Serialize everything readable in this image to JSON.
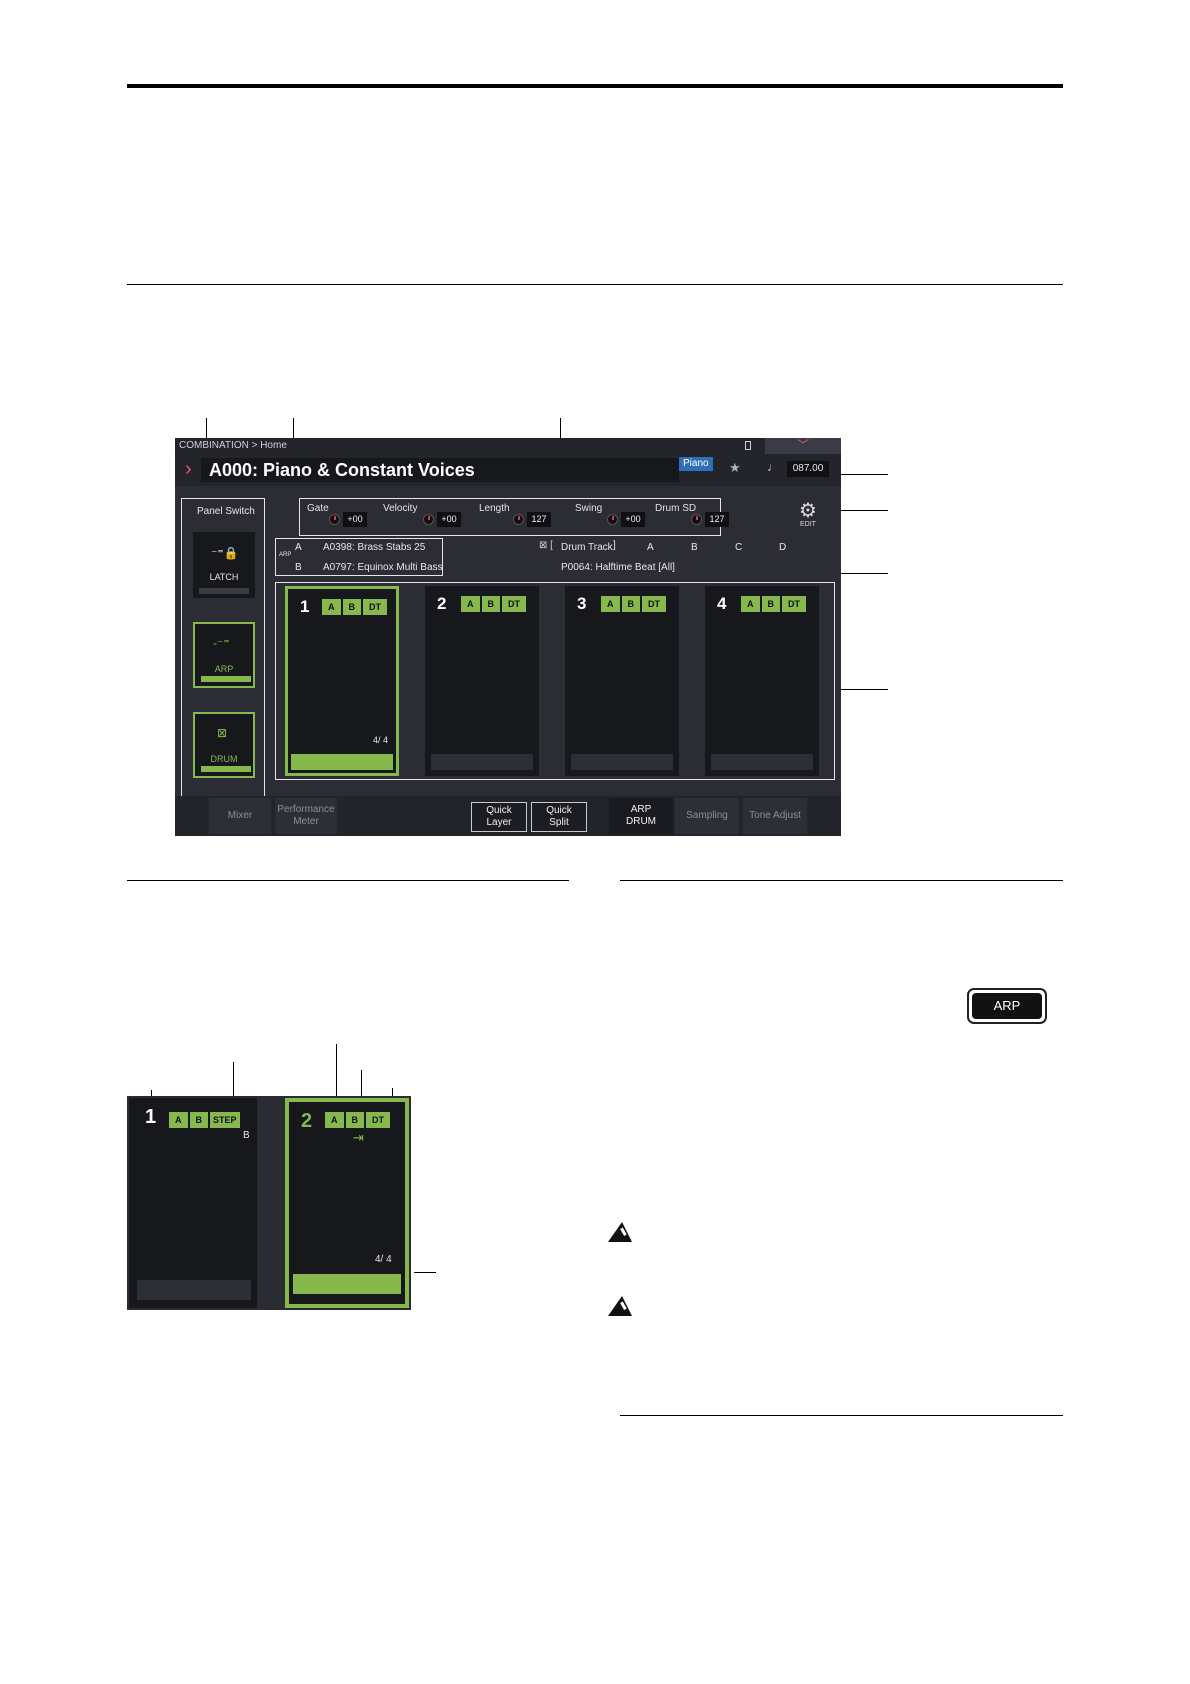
{
  "screen": {
    "breadcrumb": "COMBINATION > Home",
    "chevron": "﹀",
    "title": "A000: Piano & Constant Voices",
    "category": "Piano",
    "tempo": "087.00",
    "note_symbol": "♩",
    "star_symbol": "★",
    "params": [
      {
        "label": "Gate",
        "value": "+00"
      },
      {
        "label": "Velocity",
        "value": "+00"
      },
      {
        "label": "Length",
        "value": "127"
      },
      {
        "label": "Swing",
        "value": "+00"
      },
      {
        "label": "Drum SD",
        "value": "127"
      }
    ],
    "edit_label": "EDIT",
    "panel_switch": {
      "title": "Panel Switch",
      "latch": "LATCH",
      "arp": "ARP",
      "drum": "DRUM"
    },
    "arp": {
      "tag": "ARP",
      "row_a_letter": "A",
      "row_a_pattern": "A0398: Brass Stabs 25",
      "row_b_letter": "B",
      "row_b_pattern": "A0797: Equinox Multi Bass"
    },
    "drum": {
      "label": "Drum Track",
      "columns": [
        "A",
        "B",
        "C",
        "D"
      ],
      "pattern": "P0064: Halftime Beat [All]"
    },
    "slots": [
      {
        "number": "1",
        "chips": [
          "A",
          "B",
          "DT"
        ],
        "count": "4/ 4"
      },
      {
        "number": "2",
        "chips": [
          "A",
          "B",
          "DT"
        ]
      },
      {
        "number": "3",
        "chips": [
          "A",
          "B",
          "DT"
        ]
      },
      {
        "number": "4",
        "chips": [
          "A",
          "B",
          "DT"
        ]
      }
    ],
    "tabs": {
      "mixer": "Mixer",
      "performance_meter_1": "Performance",
      "performance_meter_2": "Meter",
      "quick_layer_1": "Quick",
      "quick_layer_2": "Layer",
      "quick_split_1": "Quick",
      "quick_split_2": "Split",
      "arp_drum_1": "ARP",
      "arp_drum_2": "DRUM",
      "sampling": "Sampling",
      "tone_adjust": "Tone Adjust"
    }
  },
  "figure2": {
    "slot1": {
      "number": "1",
      "chips": [
        "A",
        "B",
        "STEP"
      ],
      "sub": "B"
    },
    "slot2": {
      "number": "2",
      "chips": [
        "A",
        "B",
        "DT"
      ],
      "sub": "⇥",
      "count": "4/ 4"
    }
  },
  "arp_button_label": "ARP",
  "colors": {
    "accent_green": "#86b84e",
    "accent_pink": "#e0567a",
    "category_blue": "#2e6fb8"
  }
}
